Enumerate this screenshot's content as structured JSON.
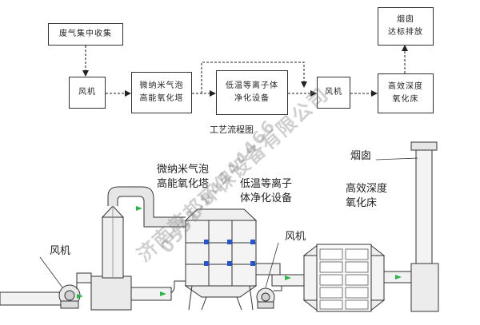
{
  "flowchart": {
    "boxes": {
      "collection": "废气集中收集",
      "fan1": "风机",
      "tower": "微纳米气泡\n高能氧化塔",
      "plasma": "低温等离子体\n净化设备",
      "fan2": "风机",
      "catalytic": "高效深度\n氧化床",
      "chimney": "烟囱\n达标排放"
    },
    "caption": "工艺流程图"
  },
  "equipment": {
    "labels": {
      "tower": "微纳米气泡\n高能氧化塔",
      "plasma": "低温等离子\n体净化设备",
      "catalytic": "高效深度\n氧化床",
      "chimney": "烟囱",
      "fan_left": "风机",
      "fan_right": "风机"
    }
  },
  "watermark": {
    "company": "济南乾邦环保设备有限公司",
    "phone": "0531-84444466"
  },
  "colors": {
    "line": "#333333",
    "duct_fill": "#f2f2f2",
    "plate_blue": "#2a55c9",
    "arrow_green": "#2db34a"
  }
}
